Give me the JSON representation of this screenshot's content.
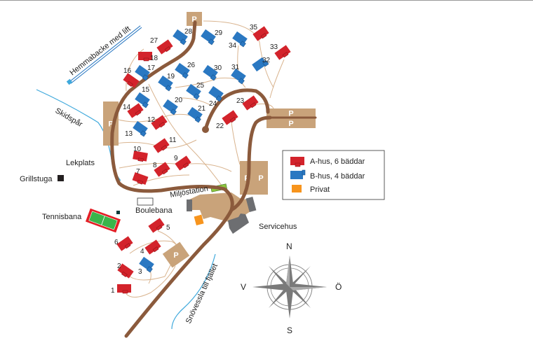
{
  "colors": {
    "a_hus": "#d3232b",
    "b_hus": "#2a78c2",
    "privat": "#f7941d",
    "road": "#8b5a3c",
    "parking": "#c9a37a",
    "path": "#d9b48f",
    "water": "#3fa9dc",
    "service": "#6d6e71",
    "miljo": "#8dc63f"
  },
  "parking_label": "P",
  "houses": [
    {
      "number": "1",
      "type": "A"
    },
    {
      "number": "2",
      "type": "A"
    },
    {
      "number": "3",
      "type": "B"
    },
    {
      "number": "4",
      "type": "A"
    },
    {
      "number": "5",
      "type": "A"
    },
    {
      "number": "6",
      "type": "A"
    },
    {
      "number": "7",
      "type": "A"
    },
    {
      "number": "8",
      "type": "A"
    },
    {
      "number": "9",
      "type": "A"
    },
    {
      "number": "10",
      "type": "A"
    },
    {
      "number": "11",
      "type": "A"
    },
    {
      "number": "12",
      "type": "A"
    },
    {
      "number": "13",
      "type": "B"
    },
    {
      "number": "14",
      "type": "A"
    },
    {
      "number": "15",
      "type": "B"
    },
    {
      "number": "16",
      "type": "A"
    },
    {
      "number": "17",
      "type": "B"
    },
    {
      "number": "18",
      "type": "A"
    },
    {
      "number": "19",
      "type": "B"
    },
    {
      "number": "20",
      "type": "B"
    },
    {
      "number": "21",
      "type": "B"
    },
    {
      "number": "22",
      "type": "A"
    },
    {
      "number": "23",
      "type": "A"
    },
    {
      "number": "24",
      "type": "B"
    },
    {
      "number": "25",
      "type": "B"
    },
    {
      "number": "26",
      "type": "B"
    },
    {
      "number": "27",
      "type": "A"
    },
    {
      "number": "28",
      "type": "B"
    },
    {
      "number": "29",
      "type": "B"
    },
    {
      "number": "30",
      "type": "B"
    },
    {
      "number": "31",
      "type": "B"
    },
    {
      "number": "32",
      "type": "B"
    },
    {
      "number": "33",
      "type": "A"
    },
    {
      "number": "34",
      "type": "B"
    },
    {
      "number": "35",
      "type": "A"
    }
  ],
  "places": {
    "hemmabacke": "Hemmabacke med lift",
    "skidspar": "Skidspår",
    "lekplats": "Lekplats",
    "grillstuga": "Grillstuga",
    "tennisbana": "Tennisbana",
    "boulebana": "Boulebana",
    "miljostation": "Miljöstation",
    "servicehus": "Servicehus",
    "snovessla": "Snövessla till fjället"
  },
  "legend": {
    "a_hus": "A-hus, 6 bäddar",
    "b_hus": "B-hus, 4 bäddar",
    "privat": "Privat"
  },
  "compass": {
    "n": "N",
    "s": "S",
    "v": "V",
    "o": "Ö"
  }
}
